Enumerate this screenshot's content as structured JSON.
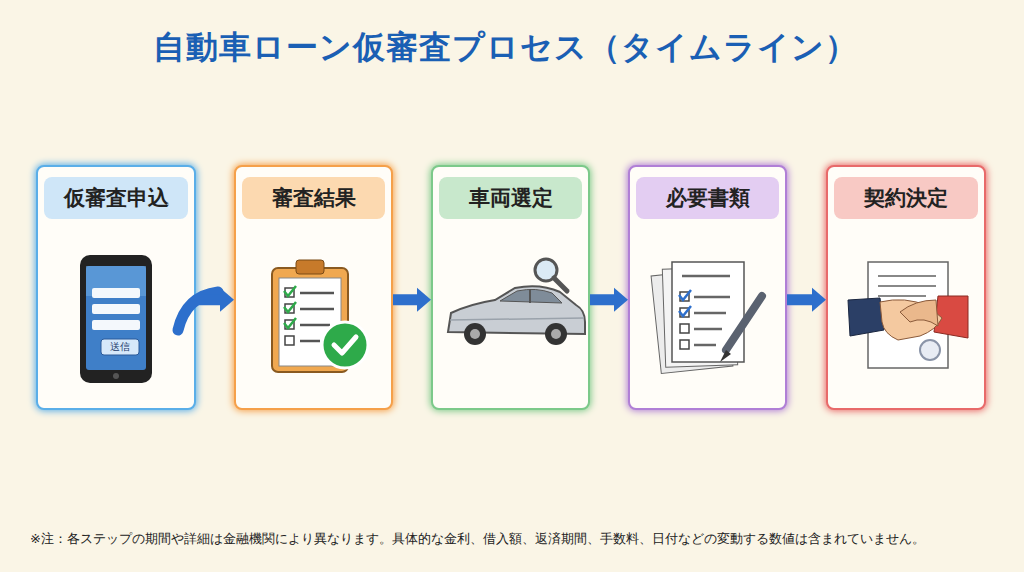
{
  "diagram": {
    "title": "自動車ローン仮審査プロセス（タイムライン）",
    "nodes": [
      {
        "text": [
          "仮審査申込"
        ]
      },
      {
        "text": [
          "審査結果"
        ]
      },
      {
        "text": [
          "車両選定"
        ]
      },
      {
        "text": [
          "必要書類"
        ]
      },
      {
        "text": [
          "契約決定"
        ]
      }
    ],
    "edges": [
      {
        "from": 0,
        "to": 1,
        "arrow": "to"
      },
      {
        "from": 1,
        "to": 2,
        "arrow": "to"
      },
      {
        "from": 2,
        "to": 3,
        "arrow": "to"
      },
      {
        "from": 3,
        "to": 4,
        "arrow": "to"
      }
    ],
    "labels": [
      "送信",
      "※注：各ステップの期間や詳細は金融機関により異なります。具体的な金利、借入額、返済期間、手数料、日付などの変動する数値は含まれていません。"
    ]
  }
}
